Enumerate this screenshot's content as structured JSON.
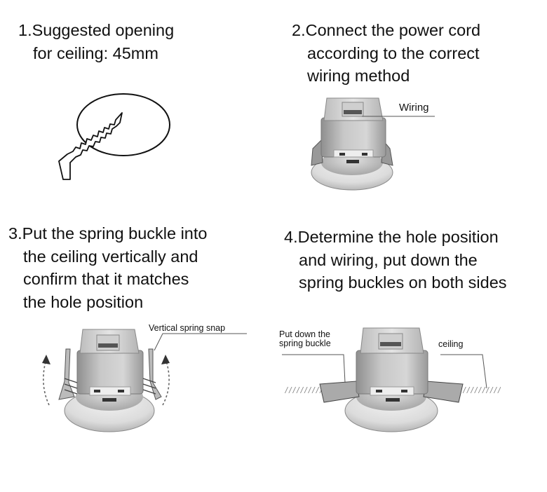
{
  "steps": [
    {
      "lines": [
        "1.Suggested opening",
        "for ceiling: 45mm"
      ]
    },
    {
      "lines": [
        "2.Connect the power cord",
        "according to the correct",
        "wiring method"
      ]
    },
    {
      "lines": [
        "3.Put the spring buckle into",
        "the ceiling vertically and",
        "confirm that it matches",
        "the hole position"
      ]
    },
    {
      "lines": [
        "4.Determine the hole position",
        "and wiring, put down the",
        "spring buckles on both sides"
      ]
    }
  ],
  "labels": {
    "wiring": "Wiring",
    "vertical_spring_snap": "Vertical spring snap",
    "put_down_line1": "Put down the",
    "put_down_line2": "spring buckle",
    "ceiling": "ceiling"
  }
}
